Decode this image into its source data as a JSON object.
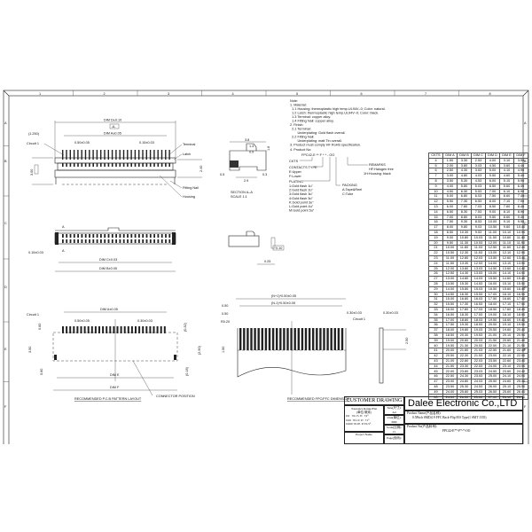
{
  "frame": {
    "columns": [
      "1",
      "2",
      "3",
      "4",
      "5",
      "6",
      "7",
      "8"
    ],
    "rows": [
      "A",
      "B",
      "C",
      "D",
      "E",
      "F"
    ]
  },
  "top_view": {
    "dim_d": "DIM D±0.10",
    "datum": "-A-",
    "ref": "(1.250)",
    "dim_a": "DIM A±0.05",
    "circuit": "Circuit 1",
    "pitch": "0.50±0.05",
    "pin_w": "0.15±0.03",
    "terminal": "Terminal",
    "latch": "Latch",
    "fitting_nail": "Fitting Nail",
    "housing": "Housing",
    "height": "3.00",
    "depth": "2.40"
  },
  "section": {
    "d1": "3.8",
    "d2": "1.3",
    "d3": "0.9",
    "d4": "1.6",
    "d5": "0.5",
    "d6": "2.9",
    "d7": "0.3",
    "title": "SECTION  A–A",
    "scale": "SCALE      1:1"
  },
  "bottom_view": {
    "section_mark": "A",
    "pin_w": "0.15±0.03",
    "dim_c": "DIM C±0.03",
    "dim_b": "DIM B±0.05",
    "flatness": "0.10",
    "offset": "0.25"
  },
  "pcb_layout": {
    "circuit": "Circuit 1",
    "dim_a": "DIM A±0.05",
    "pitch": "0.50±0.05",
    "pad_w": "0.30±0.03",
    "pad_h": "0.60",
    "ref1": "(0.32)",
    "height": "3.50",
    "ref2": "(2.90)",
    "nail_h": "0.60",
    "ref3": "(0.18)",
    "dim_e": "DIM E",
    "dim_f": "DIM F",
    "connector_position": "CONNECTOR POSITION",
    "title": "RECOMMENDED P.C.B PATTERN LAYOUT"
  },
  "fpc": {
    "total": "(N+1)*0.50±0.05",
    "pitch_total": "(N-1)*0.50±0.05",
    "edge1": "0.50",
    "edge2": "0.50",
    "radius": "R0.20",
    "lead_w": "0.30±0.03",
    "circuit": "Circuit 1",
    "lead_len": "1.50",
    "thickness": "0.30±0.03",
    "stiffener": "2.50",
    "title": "RECOMMENDED FPC/FFC DIMENSION"
  },
  "notes": {
    "lines": [
      "Note:",
      "1. Material:",
      "  1.1 Housing: thermoplastic high temp.UL94V–0; Color: natural.",
      "  1.2 Latch: thermoplastic high temp.UL94V–0; Color: black.",
      "  1.3 Terminal: copper alloy.",
      "  1.4 Fitting Nail: copper alloy.",
      "2. Finish:",
      "  2.1 Terminal:",
      "        Underplating: Gold flash overall.",
      "  2.2 Fitting Nail:",
      "        Underplating: matt Tin overall.",
      "3. Product must comply HF RoHS specification."
    ],
    "product_no_label": "4. Product No:",
    "product_no": "FPC42-E  **   F  *  *  -  OO",
    "ckts": "CKTS",
    "contacts_type": "CONTACTS TYPE",
    "contacts_options": [
      "E:Upper",
      "F:Lower"
    ],
    "plating": "PLATING",
    "plating_options": [
      "1:Gold flash 1u\"",
      "2:Gold flash 2u\"",
      "3:Gold flash 3u\"",
      "4:Gold flash 5u\"",
      "K:Gold point 3u\"",
      "L:Gold point 4u\"",
      "M:Gold point 5u\""
    ],
    "packing": "PACKING",
    "packing_options": [
      "A:Tape&Reel",
      "C:Tube"
    ],
    "remarks": "REMARKS",
    "remarks_options": [
      "HF:Halogen free",
      "1H:Housing: black"
    ]
  },
  "dim_table": {
    "headers": [
      "CKTS",
      "DIM A",
      "DIM B",
      "DIM C",
      "DIM D",
      "DIM E",
      "DIM F"
    ],
    "rows": [
      [
        "4",
        "1.50",
        "3.30",
        "2.53",
        "4.00",
        "3.10",
        "3.90"
      ],
      [
        "5",
        "2.00",
        "3.80",
        "3.03",
        "4.50",
        "3.60",
        "4.40"
      ],
      [
        "6",
        "2.50",
        "4.30",
        "3.53",
        "5.00",
        "4.10",
        "4.90"
      ],
      [
        "7",
        "3.00",
        "4.80",
        "4.03",
        "5.50",
        "4.60",
        "5.40"
      ],
      [
        "8",
        "3.50",
        "5.30",
        "4.53",
        "6.00",
        "5.10",
        "5.90"
      ],
      [
        "9",
        "4.00",
        "5.80",
        "5.03",
        "6.50",
        "5.60",
        "6.40"
      ],
      [
        "10",
        "4.50",
        "6.30",
        "5.53",
        "7.00",
        "6.10",
        "6.90"
      ],
      [
        "11",
        "5.00",
        "6.80",
        "6.03",
        "7.50",
        "6.60",
        "7.40"
      ],
      [
        "12",
        "5.50",
        "7.30",
        "6.53",
        "8.00",
        "7.10",
        "7.90"
      ],
      [
        "13",
        "6.00",
        "7.80",
        "7.03",
        "8.50",
        "7.60",
        "8.40"
      ],
      [
        "14",
        "6.50",
        "8.30",
        "7.53",
        "9.00",
        "8.10",
        "8.90"
      ],
      [
        "15",
        "7.00",
        "8.80",
        "8.03",
        "9.50",
        "8.60",
        "9.40"
      ],
      [
        "16",
        "7.50",
        "9.30",
        "8.53",
        "10.00",
        "9.10",
        "9.90"
      ],
      [
        "17",
        "8.00",
        "9.80",
        "9.03",
        "10.50",
        "9.60",
        "10.40"
      ],
      [
        "18",
        "8.50",
        "10.30",
        "9.53",
        "11.00",
        "10.10",
        "10.90"
      ],
      [
        "19",
        "9.00",
        "10.80",
        "10.03",
        "11.50",
        "10.60",
        "11.40"
      ],
      [
        "20",
        "9.50",
        "11.30",
        "10.53",
        "12.00",
        "11.10",
        "11.90"
      ],
      [
        "21",
        "10.00",
        "11.80",
        "11.03",
        "12.50",
        "11.60",
        "12.40"
      ],
      [
        "22",
        "10.50",
        "12.30",
        "11.53",
        "13.00",
        "12.10",
        "12.90"
      ],
      [
        "23",
        "11.00",
        "12.80",
        "12.03",
        "13.50",
        "12.60",
        "13.40"
      ],
      [
        "24",
        "11.50",
        "13.30",
        "12.53",
        "14.00",
        "13.10",
        "13.90"
      ],
      [
        "25",
        "12.00",
        "13.80",
        "13.03",
        "14.50",
        "13.60",
        "14.40"
      ],
      [
        "26",
        "12.50",
        "14.30",
        "13.53",
        "15.00",
        "14.10",
        "14.90"
      ],
      [
        "27",
        "13.00",
        "14.80",
        "14.03",
        "15.50",
        "14.60",
        "15.40"
      ],
      [
        "28",
        "13.50",
        "15.30",
        "14.53",
        "16.00",
        "15.10",
        "15.90"
      ],
      [
        "29",
        "14.00",
        "15.80",
        "15.03",
        "16.50",
        "15.60",
        "16.40"
      ],
      [
        "30",
        "14.50",
        "16.30",
        "15.53",
        "17.00",
        "16.10",
        "16.90"
      ],
      [
        "31",
        "15.00",
        "16.80",
        "16.03",
        "17.50",
        "16.60",
        "17.40"
      ],
      [
        "32",
        "15.50",
        "17.30",
        "16.53",
        "18.00",
        "17.10",
        "17.90"
      ],
      [
        "33",
        "16.00",
        "17.80",
        "17.03",
        "18.50",
        "17.60",
        "18.40"
      ],
      [
        "34",
        "16.50",
        "18.30",
        "17.53",
        "19.00",
        "18.10",
        "18.90"
      ],
      [
        "35",
        "17.00",
        "18.80",
        "18.03",
        "19.50",
        "18.60",
        "19.40"
      ],
      [
        "36",
        "17.50",
        "19.30",
        "18.53",
        "20.00",
        "19.10",
        "19.90"
      ],
      [
        "37",
        "18.00",
        "19.80",
        "19.03",
        "20.50",
        "19.60",
        "20.40"
      ],
      [
        "38",
        "18.50",
        "20.30",
        "19.53",
        "21.00",
        "20.10",
        "20.90"
      ],
      [
        "39",
        "19.00",
        "20.80",
        "20.03",
        "21.50",
        "20.60",
        "21.40"
      ],
      [
        "40",
        "19.50",
        "21.30",
        "20.53",
        "22.00",
        "21.10",
        "21.90"
      ],
      [
        "41",
        "20.00",
        "21.80",
        "21.03",
        "22.50",
        "21.60",
        "22.40"
      ],
      [
        "42",
        "20.50",
        "22.30",
        "21.53",
        "23.00",
        "22.10",
        "22.90"
      ],
      [
        "43",
        "21.00",
        "22.80",
        "22.03",
        "23.50",
        "22.60",
        "23.40"
      ],
      [
        "44",
        "21.50",
        "23.30",
        "22.53",
        "24.00",
        "23.10",
        "23.90"
      ],
      [
        "45",
        "22.00",
        "23.80",
        "23.03",
        "24.50",
        "23.60",
        "24.40"
      ],
      [
        "46",
        "22.50",
        "24.30",
        "23.53",
        "25.00",
        "24.10",
        "24.90"
      ],
      [
        "47",
        "23.00",
        "24.80",
        "24.03",
        "25.50",
        "24.60",
        "25.40"
      ],
      [
        "48",
        "23.50",
        "25.30",
        "24.53",
        "26.00",
        "25.10",
        "25.90"
      ],
      [
        "49",
        "24.00",
        "25.80",
        "25.03",
        "26.50",
        "25.60",
        "26.40"
      ],
      [
        "50",
        "24.50",
        "26.30",
        "25.53",
        "27.00",
        "26.10",
        "26.90"
      ]
    ]
  },
  "title_block": {
    "customer_drawing": "CUSTOMER DRAWING",
    "tolerance_title": "Tolerance Range/Flat",
    "tolerance_unit": "(单位:毫米)",
    "tolerances": [
      "0.0   ±0.15  P:  ±2°",
      "0.00  ±0.10  P:  ±1°",
      "0.000 ±0.05  P:±0.5°"
    ],
    "project_label": "Project Name",
    "size_label": "Size(尺寸):",
    "size": "A4",
    "unit_label": "Unit(单位):",
    "unit": "MM",
    "scale_label": "Scale(比例):",
    "scale": "1:1",
    "page_label": "Page(页码):",
    "company": "Dalee Electronic Co.,LTD",
    "product_name_label": "Product Name(产品名称):",
    "product_name": "0.5Pitch SMD,0.9 FFC Back-Flip H/S Type(1 SMT 1555)",
    "product_no_label": "Product No(产品料号):",
    "product_no": "FPC42-E**-F*-*-OO"
  }
}
